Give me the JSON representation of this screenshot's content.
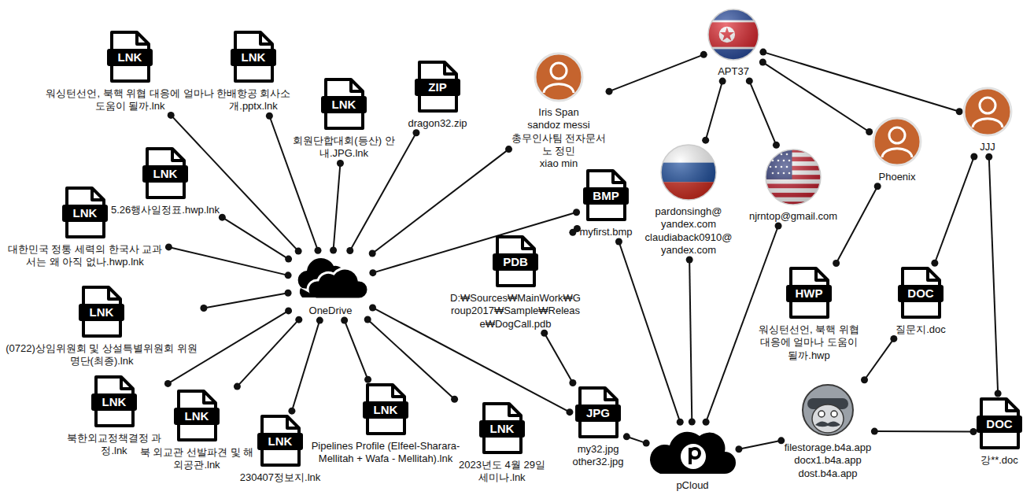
{
  "diagram": {
    "nodes": [
      {
        "text": [
          "LNK",
          "워싱턴선언, 북핵 위협 대응에 얼마나 도움이 될까.lnk"
        ]
      },
      {
        "text": [
          "LNK",
          "한배항공 회사소개.pptx.lnk"
        ]
      },
      {
        "text": [
          "LNK",
          "회원단합대회(등산) 안내.JPG.lnk"
        ]
      },
      {
        "text": [
          "ZIP",
          "dragon32.zip"
        ]
      },
      {
        "text": [
          "Iris Span",
          "sandoz messi",
          "총무인사팀 전자문서",
          "노 정민",
          "xiao min"
        ]
      },
      {
        "text": [
          "APT37"
        ]
      },
      {
        "text": [
          "LNK",
          "5.26행사일정표.hwp.lnk"
        ]
      },
      {
        "text": [
          "LNK",
          "대한민국 정통 세력의 한국사 교과서는 왜 아직 없나.hwp.lnk"
        ]
      },
      {
        "text": [
          "OneDrive"
        ]
      },
      {
        "text": [
          "BMP",
          "myfirst.bmp"
        ]
      },
      {
        "text": [
          "PDB",
          "D:₩Sources₩MainWork₩Group2017₩Sample₩Release₩DogCall.pdb"
        ]
      },
      {
        "text": [
          "pardonsingh@ yandex.com",
          "claudiaback0910@ yandex.com"
        ]
      },
      {
        "text": [
          "njrntop@gmail.com"
        ]
      },
      {
        "text": [
          "Phoenix"
        ]
      },
      {
        "text": [
          "JJJ"
        ]
      },
      {
        "text": [
          "LNK",
          "(0722)상임위원회 및 상설특별위원회 위원 명단(최종).lnk"
        ]
      },
      {
        "text": [
          "HWP",
          "워싱턴선언, 북핵 위협 대응에 얼마나 도움이 될까.hwp"
        ]
      },
      {
        "text": [
          "DOC",
          "질문지.doc"
        ]
      },
      {
        "text": [
          "LNK",
          "북한외교정책결정 과정.lnk"
        ]
      },
      {
        "text": [
          "LNK",
          "북 외교관 선발파견 및 해외공관.lnk"
        ]
      },
      {
        "text": [
          "LNK",
          "230407정보지.lnk"
        ]
      },
      {
        "text": [
          "LNK",
          "Pipelines Profile (Elfeel-Sharara-Mellitah + Wafa - Mellitah).lnk"
        ]
      },
      {
        "text": [
          "LNK",
          "2023년도 4월 29일 세미나.lnk"
        ]
      },
      {
        "text": [
          "JPG",
          "my32.jpg",
          "other32.jpg"
        ]
      },
      {
        "text": [
          "pCloud"
        ]
      },
      {
        "text": [
          "filestorage.b4a.app",
          "docx1.b4a.app",
          "dost.b4a.app"
        ]
      },
      {
        "text": [
          "DOC",
          "강**.doc"
        ]
      }
    ],
    "edges": [
      {
        "from": 8,
        "to": 0,
        "arrow": "none"
      },
      {
        "from": 8,
        "to": 1,
        "arrow": "none"
      },
      {
        "from": 8,
        "to": 2,
        "arrow": "none"
      },
      {
        "from": 8,
        "to": 3,
        "arrow": "none"
      },
      {
        "from": 8,
        "to": 4,
        "arrow": "none"
      },
      {
        "from": 8,
        "to": 6,
        "arrow": "none"
      },
      {
        "from": 8,
        "to": 7,
        "arrow": "none"
      },
      {
        "from": 8,
        "to": 15,
        "arrow": "none"
      },
      {
        "from": 8,
        "to": 18,
        "arrow": "none"
      },
      {
        "from": 8,
        "to": 19,
        "arrow": "none"
      },
      {
        "from": 8,
        "to": 20,
        "arrow": "none"
      },
      {
        "from": 8,
        "to": 21,
        "arrow": "none"
      },
      {
        "from": 8,
        "to": 22,
        "arrow": "none"
      },
      {
        "from": 8,
        "to": 23,
        "arrow": "none"
      },
      {
        "from": 8,
        "to": 9,
        "arrow": "none"
      },
      {
        "from": 4,
        "to": 5,
        "arrow": "none"
      },
      {
        "from": 5,
        "to": 11,
        "arrow": "none"
      },
      {
        "from": 5,
        "to": 12,
        "arrow": "none"
      },
      {
        "from": 5,
        "to": 13,
        "arrow": "none"
      },
      {
        "from": 5,
        "to": 14,
        "arrow": "none"
      },
      {
        "from": 9,
        "to": 10,
        "arrow": "none"
      },
      {
        "from": 10,
        "to": 23,
        "arrow": "none"
      },
      {
        "from": 9,
        "to": 24,
        "arrow": "none"
      },
      {
        "from": 11,
        "to": 24,
        "arrow": "none"
      },
      {
        "from": 12,
        "to": 24,
        "arrow": "none"
      },
      {
        "from": 23,
        "to": 24,
        "arrow": "none"
      },
      {
        "from": 24,
        "to": 25,
        "arrow": "none"
      },
      {
        "from": 13,
        "to": 16,
        "arrow": "none"
      },
      {
        "from": 14,
        "to": 17,
        "arrow": "none"
      },
      {
        "from": 14,
        "to": 26,
        "arrow": "none"
      },
      {
        "from": 25,
        "to": 17,
        "arrow": "none"
      },
      {
        "from": 25,
        "to": 26,
        "arrow": "none"
      }
    ]
  }
}
